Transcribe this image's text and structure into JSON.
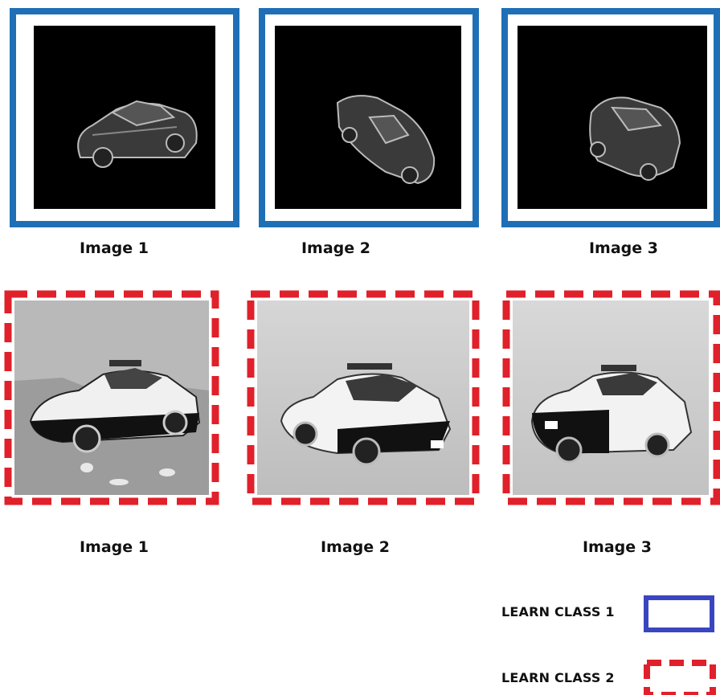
{
  "class1": {
    "captions": [
      "Image 1",
      "Image 2",
      "Image 3"
    ],
    "border_color": "#1f6fb6",
    "style": "solid"
  },
  "class2": {
    "captions": [
      "Image 1",
      "Image 2",
      "Image 3"
    ],
    "border_color": "#e0202a",
    "style": "dashed"
  },
  "legend": {
    "class1_label": "LEARN CLASS 1",
    "class1_color": "#3a46c0",
    "class2_label": "LEARN CLASS 2",
    "class2_color": "#e0202a"
  },
  "icons": [
    "car-silhouette-icon",
    "police-car-photo-icon"
  ]
}
